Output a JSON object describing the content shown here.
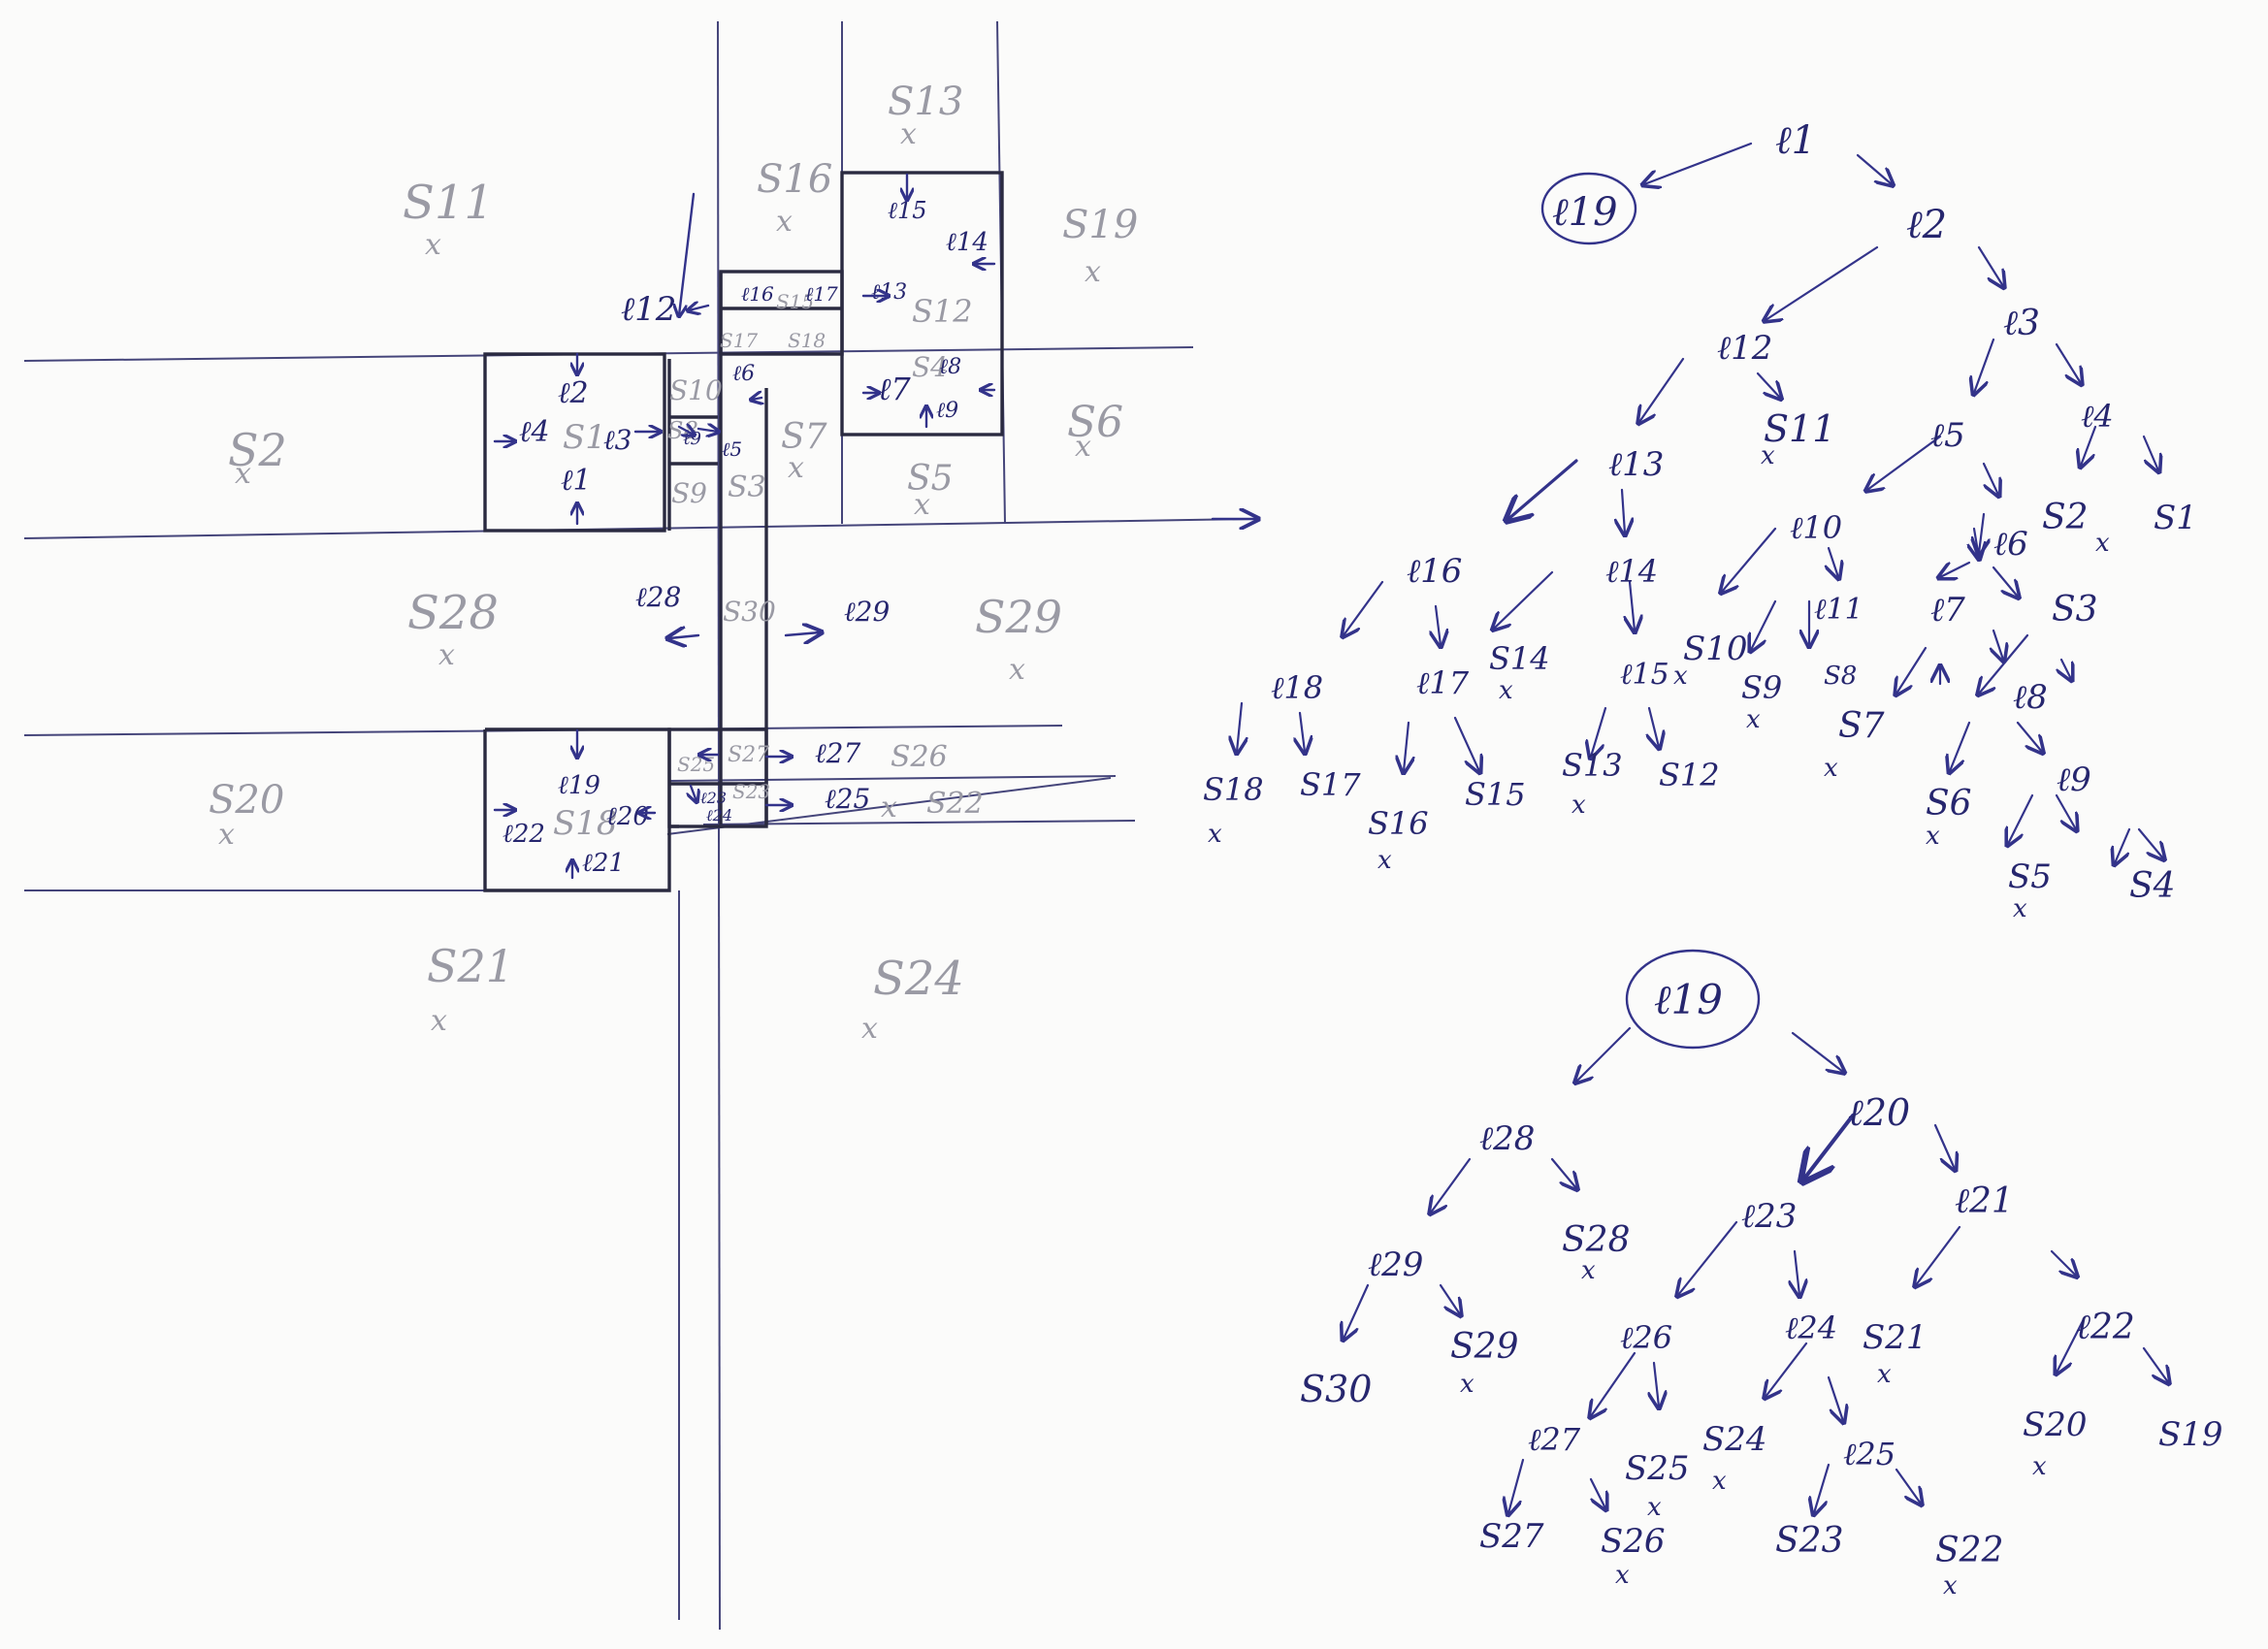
{
  "regions": [
    {
      "id": "s11",
      "label": "S11"
    },
    {
      "id": "s13",
      "label": "S13"
    },
    {
      "id": "s16",
      "label": "S16"
    },
    {
      "id": "s19",
      "label": "S19"
    },
    {
      "id": "s12",
      "label": "S12"
    },
    {
      "id": "s2",
      "label": "S2"
    },
    {
      "id": "s1",
      "label": "S1"
    },
    {
      "id": "s10",
      "label": "S10"
    },
    {
      "id": "s8",
      "label": "S8"
    },
    {
      "id": "s9",
      "label": "S9"
    },
    {
      "id": "s3",
      "label": "S3"
    },
    {
      "id": "s7",
      "label": "S7"
    },
    {
      "id": "s4",
      "label": "S4"
    },
    {
      "id": "s6",
      "label": "S6"
    },
    {
      "id": "s5",
      "label": "S5"
    },
    {
      "id": "s15",
      "label": "S15"
    },
    {
      "id": "s17",
      "label": "S17"
    },
    {
      "id": "s18",
      "label": "S18"
    },
    {
      "id": "s28",
      "label": "S28"
    },
    {
      "id": "s29",
      "label": "S29"
    },
    {
      "id": "s30",
      "label": "S30"
    },
    {
      "id": "s20",
      "label": "S20"
    },
    {
      "id": "s18b",
      "label": "S18"
    },
    {
      "id": "s25",
      "label": "S25"
    },
    {
      "id": "s27",
      "label": "S27"
    },
    {
      "id": "s26",
      "label": "S26"
    },
    {
      "id": "s23",
      "label": "S23"
    },
    {
      "id": "s22",
      "label": "S22"
    },
    {
      "id": "s21",
      "label": "S21"
    },
    {
      "id": "s24",
      "label": "S24"
    }
  ],
  "lines": [
    {
      "id": "l1",
      "label": "ℓ1"
    },
    {
      "id": "l2",
      "label": "ℓ2"
    },
    {
      "id": "l3",
      "label": "ℓ3"
    },
    {
      "id": "l4",
      "label": "ℓ4"
    },
    {
      "id": "l5",
      "label": "ℓ5"
    },
    {
      "id": "l6",
      "label": "ℓ6"
    },
    {
      "id": "l7",
      "label": "ℓ7"
    },
    {
      "id": "l8",
      "label": "ℓ8"
    },
    {
      "id": "l9",
      "label": "ℓ9"
    },
    {
      "id": "l11",
      "label": "ℓ11"
    },
    {
      "id": "l12",
      "label": "ℓ12"
    },
    {
      "id": "l13",
      "label": "ℓ13"
    },
    {
      "id": "l14",
      "label": "ℓ14"
    },
    {
      "id": "l15",
      "label": "ℓ15"
    },
    {
      "id": "l16",
      "label": "ℓ16"
    },
    {
      "id": "l17",
      "label": "ℓ17"
    },
    {
      "id": "l18",
      "label": "ℓ18"
    },
    {
      "id": "l19",
      "label": "ℓ19"
    },
    {
      "id": "l20",
      "label": "ℓ20"
    },
    {
      "id": "l21",
      "label": "ℓ21"
    },
    {
      "id": "l22",
      "label": "ℓ22"
    },
    {
      "id": "l23",
      "label": "ℓ23"
    },
    {
      "id": "l24",
      "label": "ℓ24"
    },
    {
      "id": "l25",
      "label": "ℓ25"
    },
    {
      "id": "l27",
      "label": "ℓ27"
    },
    {
      "id": "l28",
      "label": "ℓ28"
    },
    {
      "id": "l29",
      "label": "ℓ29"
    },
    {
      "id": "l10",
      "label": "ℓ10"
    },
    {
      "id": "l26",
      "label": "ℓ26"
    }
  ],
  "tree1": {
    "nodes": [
      {
        "id": "l1",
        "label": "ℓ1"
      },
      {
        "id": "l19",
        "label": "ℓ19",
        "circled": true
      },
      {
        "id": "l2",
        "label": "ℓ2"
      },
      {
        "id": "l12",
        "label": "ℓ12"
      },
      {
        "id": "l3",
        "label": "ℓ3"
      },
      {
        "id": "l13",
        "label": "ℓ13"
      },
      {
        "id": "s11",
        "label": "S11"
      },
      {
        "id": "l5",
        "label": "ℓ5"
      },
      {
        "id": "l4",
        "label": "ℓ4"
      },
      {
        "id": "s1",
        "label": "S1"
      },
      {
        "id": "s2",
        "label": "S2"
      },
      {
        "id": "l16",
        "label": "ℓ16"
      },
      {
        "id": "l14",
        "label": "ℓ14"
      },
      {
        "id": "l10",
        "label": "ℓ10"
      },
      {
        "id": "l6",
        "label": "ℓ6"
      },
      {
        "id": "s3",
        "label": "S3"
      },
      {
        "id": "l18",
        "label": "ℓ18"
      },
      {
        "id": "l17",
        "label": "ℓ17"
      },
      {
        "id": "s14",
        "label": "S14"
      },
      {
        "id": "l15",
        "label": "ℓ15"
      },
      {
        "id": "s10",
        "label": "S10"
      },
      {
        "id": "s9",
        "label": "S9"
      },
      {
        "id": "l11",
        "label": "ℓ11"
      },
      {
        "id": "l7",
        "label": "ℓ7"
      },
      {
        "id": "s18",
        "label": "S18"
      },
      {
        "id": "s17",
        "label": "S17"
      },
      {
        "id": "s16",
        "label": "S16"
      },
      {
        "id": "s15",
        "label": "S15"
      },
      {
        "id": "s13",
        "label": "S13"
      },
      {
        "id": "s12",
        "label": "S12"
      },
      {
        "id": "s8",
        "label": "S8"
      },
      {
        "id": "s7",
        "label": "S7"
      },
      {
        "id": "l8",
        "label": "ℓ8"
      },
      {
        "id": "s6",
        "label": "S6"
      },
      {
        "id": "l9",
        "label": "ℓ9"
      },
      {
        "id": "s5",
        "label": "S5"
      },
      {
        "id": "s4",
        "label": "S4"
      }
    ]
  },
  "tree2": {
    "nodes": [
      {
        "id": "l19",
        "label": "ℓ19",
        "circled": true
      },
      {
        "id": "l28",
        "label": "ℓ28"
      },
      {
        "id": "l20",
        "label": "ℓ20"
      },
      {
        "id": "l29",
        "label": "ℓ29"
      },
      {
        "id": "s28",
        "label": "S28"
      },
      {
        "id": "l23",
        "label": "ℓ23"
      },
      {
        "id": "l21",
        "label": "ℓ21"
      },
      {
        "id": "s30",
        "label": "S30"
      },
      {
        "id": "s29",
        "label": "S29"
      },
      {
        "id": "l26",
        "label": "ℓ26"
      },
      {
        "id": "l24",
        "label": "ℓ24"
      },
      {
        "id": "s21",
        "label": "S21"
      },
      {
        "id": "l22",
        "label": "ℓ22"
      },
      {
        "id": "l27",
        "label": "ℓ27"
      },
      {
        "id": "s25",
        "label": "S25"
      },
      {
        "id": "s24",
        "label": "S24"
      },
      {
        "id": "l25",
        "label": "ℓ25"
      },
      {
        "id": "s20",
        "label": "S20"
      },
      {
        "id": "s19",
        "label": "S19"
      },
      {
        "id": "s27",
        "label": "S27"
      },
      {
        "id": "s26",
        "label": "S26"
      },
      {
        "id": "s23",
        "label": "S23"
      },
      {
        "id": "s22",
        "label": "S22"
      }
    ]
  }
}
